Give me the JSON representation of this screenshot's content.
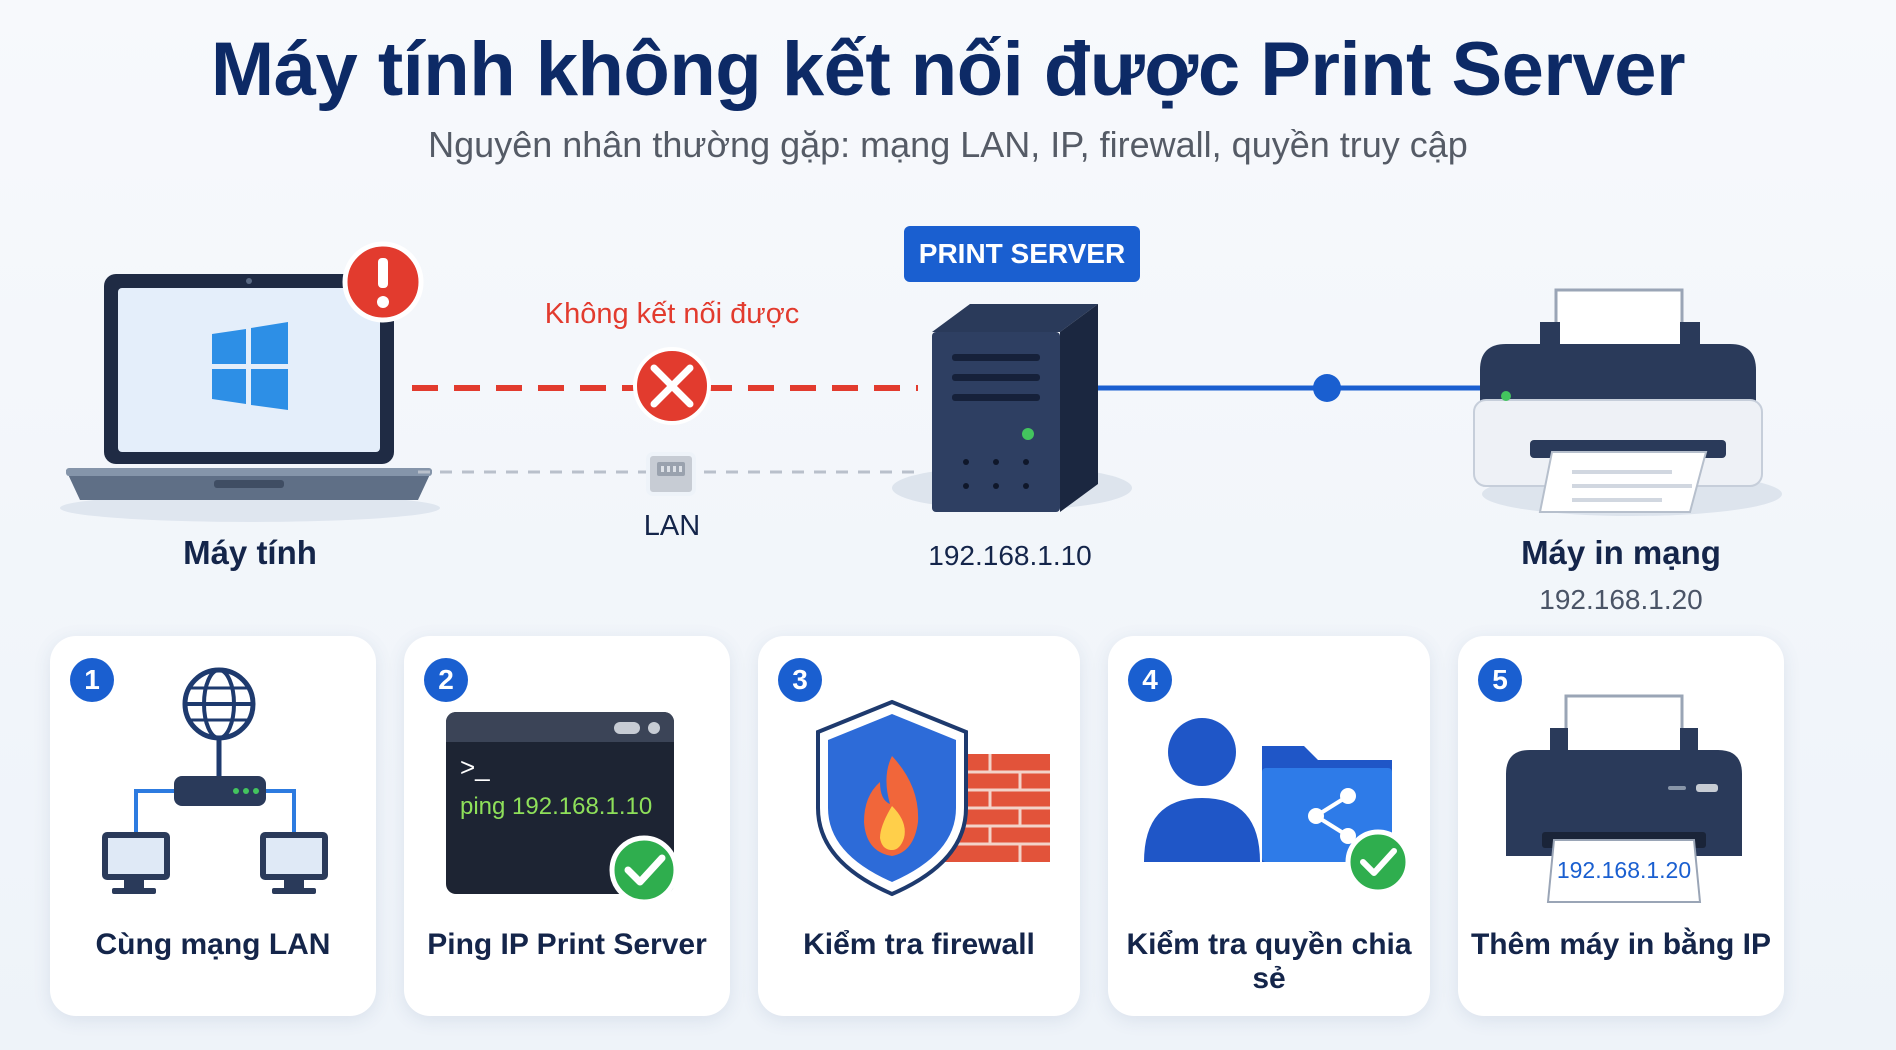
{
  "header": {
    "title": "Máy tính không kết nối được Print Server",
    "subtitle": "Nguyên nhân thường gặp: mạng LAN, IP, firewall, quyền truy cập"
  },
  "diagram": {
    "computer_label": "Máy tính",
    "error_label": "Không kết nối được",
    "lan_label": "LAN",
    "server_badge": "PRINT SERVER",
    "server_ip": "192.168.1.10",
    "printer_label": "Máy in mạng",
    "printer_ip": "192.168.1.20"
  },
  "steps": [
    {
      "number": "1",
      "label": "Cùng mạng LAN",
      "icon": "network-icon"
    },
    {
      "number": "2",
      "label": "Ping IP Print Server",
      "icon": "terminal-icon",
      "terminal_prompt": ">_",
      "terminal_command": "ping 192.168.1.10"
    },
    {
      "number": "3",
      "label": "Kiểm tra firewall",
      "icon": "firewall-shield-icon"
    },
    {
      "number": "4",
      "label": "Kiểm tra quyền chia sẻ",
      "icon": "user-share-folder-icon"
    },
    {
      "number": "5",
      "label": "Thêm máy in bằng IP",
      "icon": "printer-icon",
      "printer_ip": "192.168.1.20"
    }
  ],
  "colors": {
    "title": "#0d2a66",
    "accent_blue": "#1a5fd0",
    "error_red": "#e23b2e",
    "success_green": "#2fae4e"
  }
}
